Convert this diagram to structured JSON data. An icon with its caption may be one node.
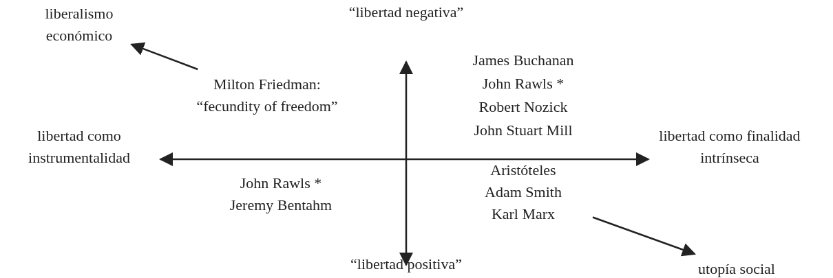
{
  "diagram": {
    "nodes": [
      {
        "text": [
          "liberalismo económico"
        ]
      },
      {
        "text": [
          "Milton Friedman: “fecundity of freedom”"
        ]
      },
      {
        "text": [
          "Aristóteles",
          "Adam Smith",
          "Karl Marx"
        ]
      },
      {
        "text": [
          "utopía social"
        ]
      }
    ],
    "edges": [
      {
        "from": 1,
        "to": 0,
        "arrow": "to"
      },
      {
        "from": 2,
        "to": 3,
        "arrow": "to"
      }
    ],
    "labels": [
      "“libertad negativa”",
      "James Buchanan",
      "John Rawls *",
      "Robert Nozick",
      "John Stuart Mill",
      "libertad como instrumentalidad",
      "libertad como finalidad intrínseca",
      "John Rawls *",
      "Jeremy Bentahm",
      "“libertad positiva”"
    ]
  }
}
